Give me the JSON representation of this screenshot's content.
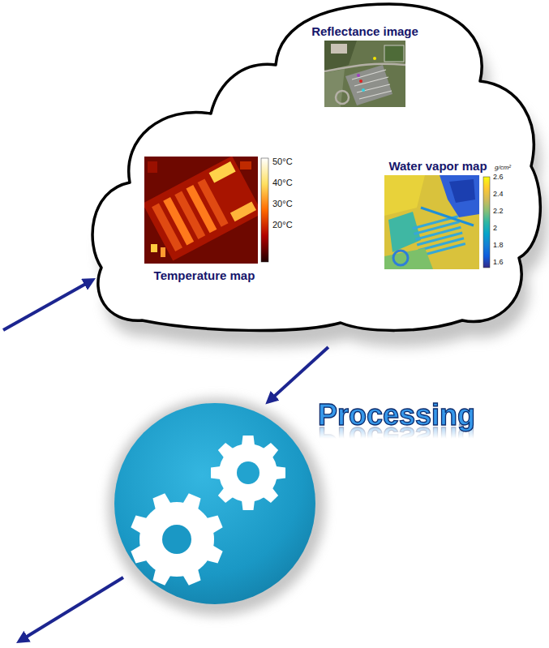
{
  "diagram": {
    "nodes": [
      {
        "text": []
      },
      {
        "text": [
          "Reflectance image"
        ],
        "in": 0
      },
      {
        "text": [
          "Temperature map"
        ],
        "in": 0
      },
      {
        "text": [
          "Water vapor map"
        ],
        "in": 0
      },
      {
        "text": [
          "Processing"
        ]
      }
    ],
    "edges": [
      {
        "from": 0,
        "to": 4,
        "arrow": "to"
      }
    ],
    "labels": [
      "50°C",
      "40°C",
      "30°C",
      "20°C",
      "g/cm²",
      "2.6",
      "2.4",
      "2.2",
      "2",
      "1.8",
      "1.6"
    ]
  }
}
